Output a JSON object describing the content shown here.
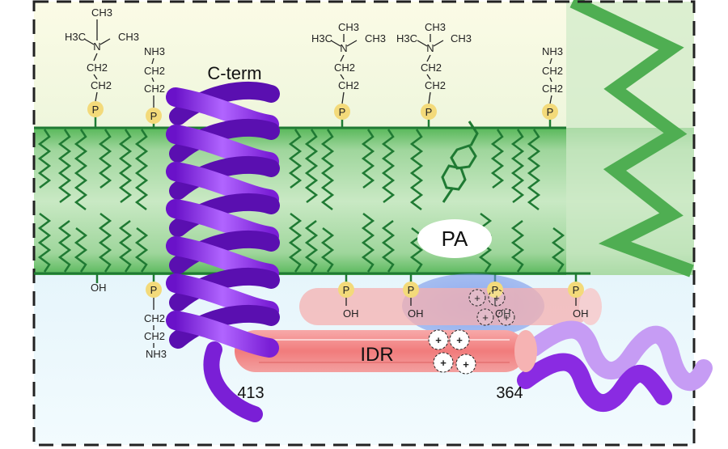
{
  "labels": {
    "c_term": "C-term",
    "pa": "PA",
    "idr": "IDR",
    "res_start": "413",
    "res_end": "364"
  },
  "headgroups": {
    "choline": {
      "top": "CH3",
      "left": "H3C",
      "n": "N",
      "right": "CH3",
      "ch2a": "CH2",
      "ch2b": "CH2"
    },
    "ethanolamine": {
      "nh3": "NH3",
      "ch2a": "CH2",
      "ch2b": "CH2"
    },
    "phosphate": "P",
    "hydroxyl": "OH",
    "charge": "+"
  },
  "colors": {
    "membrane": "#5fb35f",
    "lipid_tail": "#1f7a33",
    "helix": "#8a2be2",
    "idr": "#f08a8a",
    "phosphate": "#f3da7a",
    "lipid_zone": "#6f8fe8"
  }
}
